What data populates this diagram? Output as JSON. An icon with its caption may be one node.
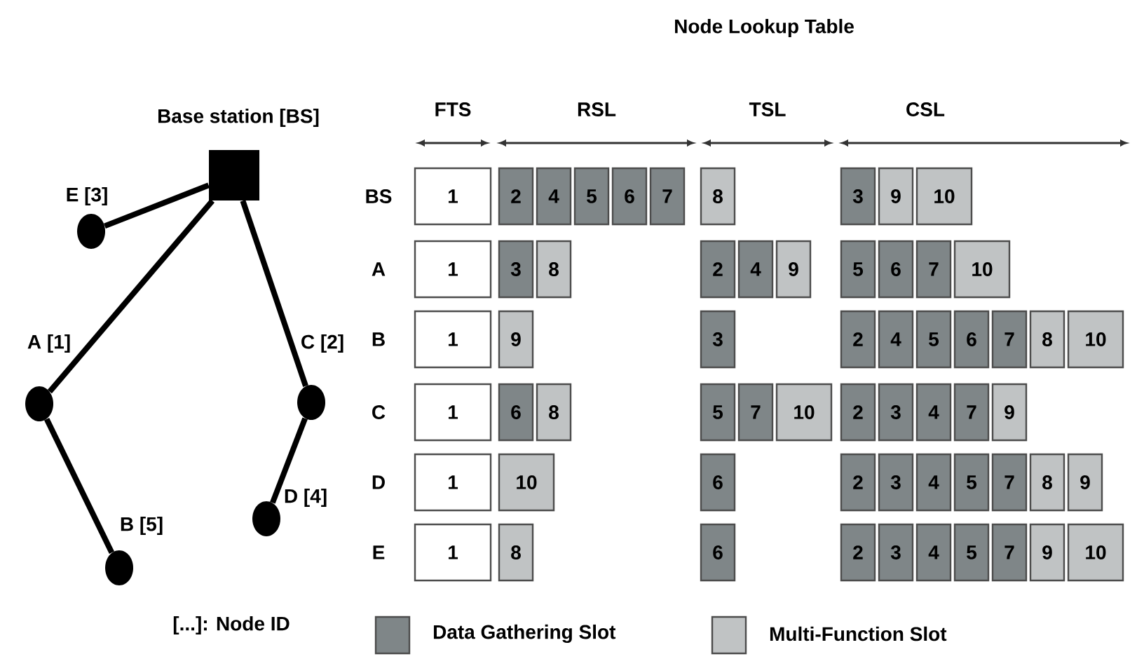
{
  "diagram": {
    "title": "Node Lookup Table",
    "nodes": [
      {
        "text": [
          "Base station [BS]"
        ]
      },
      {
        "text": [
          "E [3]"
        ]
      },
      {
        "text": [
          "A [1]"
        ]
      },
      {
        "text": [
          "C [2]"
        ]
      },
      {
        "text": [
          "B [5]"
        ]
      },
      {
        "text": [
          "D [4]"
        ]
      },
      {
        "text": [
          "1"
        ]
      },
      {
        "text": [
          "2"
        ]
      },
      {
        "text": [
          "4"
        ]
      },
      {
        "text": [
          "5"
        ]
      },
      {
        "text": [
          "6"
        ]
      },
      {
        "text": [
          "7"
        ]
      },
      {
        "text": [
          "8"
        ]
      },
      {
        "text": [
          "3"
        ]
      },
      {
        "text": [
          "9"
        ]
      },
      {
        "text": [
          "10"
        ]
      },
      {
        "text": [
          "1"
        ]
      },
      {
        "text": [
          "3"
        ]
      },
      {
        "text": [
          "8"
        ]
      },
      {
        "text": [
          "2"
        ]
      },
      {
        "text": [
          "4"
        ]
      },
      {
        "text": [
          "9"
        ]
      },
      {
        "text": [
          "5"
        ]
      },
      {
        "text": [
          "6"
        ]
      },
      {
        "text": [
          "7"
        ]
      },
      {
        "text": [
          "10"
        ]
      },
      {
        "text": [
          "1"
        ]
      },
      {
        "text": [
          "9"
        ]
      },
      {
        "text": [
          "3"
        ]
      },
      {
        "text": [
          "2"
        ]
      },
      {
        "text": [
          "4"
        ]
      },
      {
        "text": [
          "5"
        ]
      },
      {
        "text": [
          "6"
        ]
      },
      {
        "text": [
          "7"
        ]
      },
      {
        "text": [
          "8"
        ]
      },
      {
        "text": [
          "10"
        ]
      },
      {
        "text": [
          "1"
        ]
      },
      {
        "text": [
          "6"
        ]
      },
      {
        "text": [
          "8"
        ]
      },
      {
        "text": [
          "5"
        ]
      },
      {
        "text": [
          "7"
        ]
      },
      {
        "text": [
          "10"
        ]
      },
      {
        "text": [
          "2"
        ]
      },
      {
        "text": [
          "3"
        ]
      },
      {
        "text": [
          "4"
        ]
      },
      {
        "text": [
          "7"
        ]
      },
      {
        "text": [
          "9"
        ]
      },
      {
        "text": [
          "1"
        ]
      },
      {
        "text": [
          "10"
        ]
      },
      {
        "text": [
          "6"
        ]
      },
      {
        "text": [
          "2"
        ]
      },
      {
        "text": [
          "3"
        ]
      },
      {
        "text": [
          "4"
        ]
      },
      {
        "text": [
          "5"
        ]
      },
      {
        "text": [
          "7"
        ]
      },
      {
        "text": [
          "8"
        ]
      },
      {
        "text": [
          "9"
        ]
      },
      {
        "text": [
          "1"
        ]
      },
      {
        "text": [
          "8"
        ]
      },
      {
        "text": [
          "6"
        ]
      },
      {
        "text": [
          "2"
        ]
      },
      {
        "text": [
          "3"
        ]
      },
      {
        "text": [
          "4"
        ]
      },
      {
        "text": [
          "5"
        ]
      },
      {
        "text": [
          "7"
        ]
      },
      {
        "text": [
          "9"
        ]
      },
      {
        "text": [
          "10"
        ]
      }
    ],
    "edges": [
      {
        "from": 0,
        "to": 1,
        "arrow": "none"
      },
      {
        "from": 0,
        "to": 2,
        "arrow": "none"
      },
      {
        "from": 0,
        "to": 3,
        "arrow": "none"
      },
      {
        "from": 2,
        "to": 4,
        "arrow": "none"
      },
      {
        "from": 3,
        "to": 5,
        "arrow": "none"
      }
    ],
    "labels": [
      "FTS",
      "RSL",
      "TSL",
      "CSL",
      "BS",
      "A",
      "B",
      "C",
      "D",
      "E",
      "[...]: Node ID"
    ],
    "legend": [
      {
        "text": "Data Gathering Slot",
        "color": "#7f8688"
      },
      {
        "text": "Multi-Function Slot",
        "color": "#c0c3c4"
      }
    ]
  }
}
